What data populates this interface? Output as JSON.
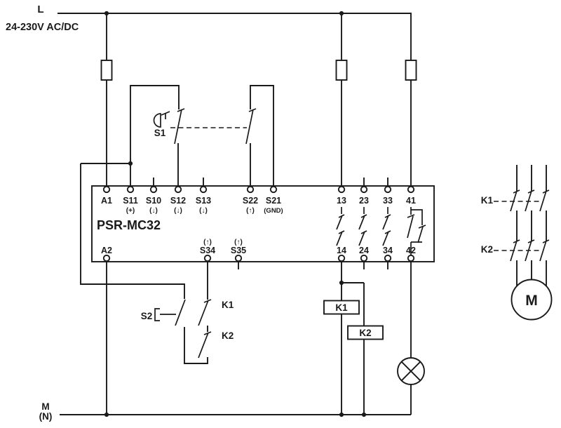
{
  "power": {
    "phase_label": "L",
    "voltage_rating": "24-230V AC/DC",
    "neutral_label": "M",
    "neutral_sub_label": "(N)"
  },
  "module": {
    "model": "PSR-MC32",
    "top_terminals": [
      {
        "id": "A1"
      },
      {
        "id": "S11",
        "sub": "(+)"
      },
      {
        "id": "S10",
        "sub": "(↓)"
      },
      {
        "id": "S12",
        "sub": "(↓)"
      },
      {
        "id": "S13",
        "sub": "(↓)"
      },
      {
        "id": "S22",
        "sub": "(↑)"
      },
      {
        "id": "S21",
        "sub": "(GND)"
      },
      {
        "id": "13"
      },
      {
        "id": "23"
      },
      {
        "id": "33"
      },
      {
        "id": "41"
      }
    ],
    "bottom_terminals": [
      {
        "id": "A2"
      },
      {
        "id": "S34",
        "sup": "(↑)"
      },
      {
        "id": "S35",
        "sup": "(↑)"
      },
      {
        "id": "14"
      },
      {
        "id": "24"
      },
      {
        "id": "34"
      },
      {
        "id": "42"
      }
    ]
  },
  "components": {
    "emergency_stop": "S1",
    "reset_button": "S2",
    "aux_contact_k1": "K1",
    "aux_contact_k2": "K2",
    "coil_k1": "K1",
    "coil_k2": "K2",
    "contactor_k1": "K1",
    "contactor_k2": "K2",
    "motor": "M"
  },
  "colors": {
    "line": "#1a1a1a",
    "background": "#ffffff"
  }
}
